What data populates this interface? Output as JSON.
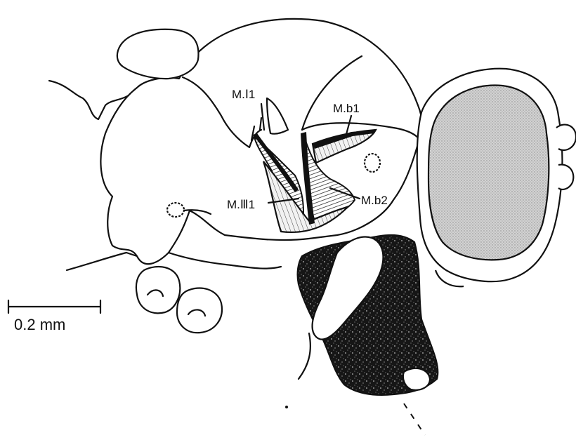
{
  "labels": {
    "m_i1": "M.Ⅰ1",
    "m_b1": "M.b1",
    "m_iii1": "M.Ⅲ1",
    "m_b2": "M.b2"
  },
  "scale_bar": {
    "label": "0.2 mm"
  },
  "colors": {
    "ink": "#111111",
    "stipple": "#c8c8c8",
    "dark_mass": "#1a1a1a"
  }
}
